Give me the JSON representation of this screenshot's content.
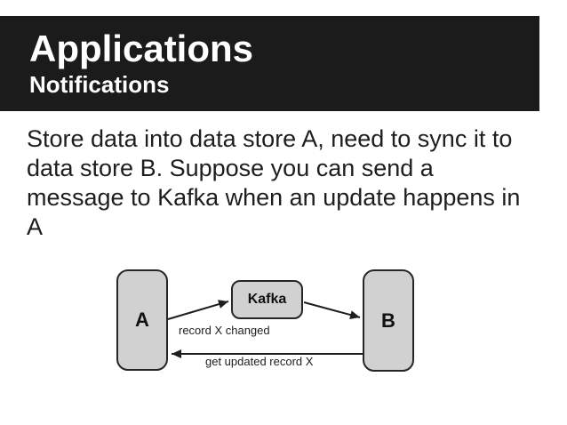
{
  "header": {
    "title": "Applications",
    "subtitle": "Notifications",
    "background_color": "#1b1b1b",
    "text_color": "#ffffff"
  },
  "body": {
    "paragraph": "Store data into data store A, need to sync it to\ndata store B. Suppose you can send a\nmessage to Kafka when an update happens in\nA"
  },
  "diagram": {
    "nodes": {
      "a": {
        "label": "A"
      },
      "kafka": {
        "label": "Kafka"
      },
      "b": {
        "label": "B"
      }
    },
    "arrows": {
      "a_to_kafka_label": "record X changed",
      "b_to_a_label": "get updated record X"
    },
    "node_fill_color": "#d1d1d1",
    "node_border_color": "#262626",
    "arrow_color": "#1e1e1e"
  }
}
